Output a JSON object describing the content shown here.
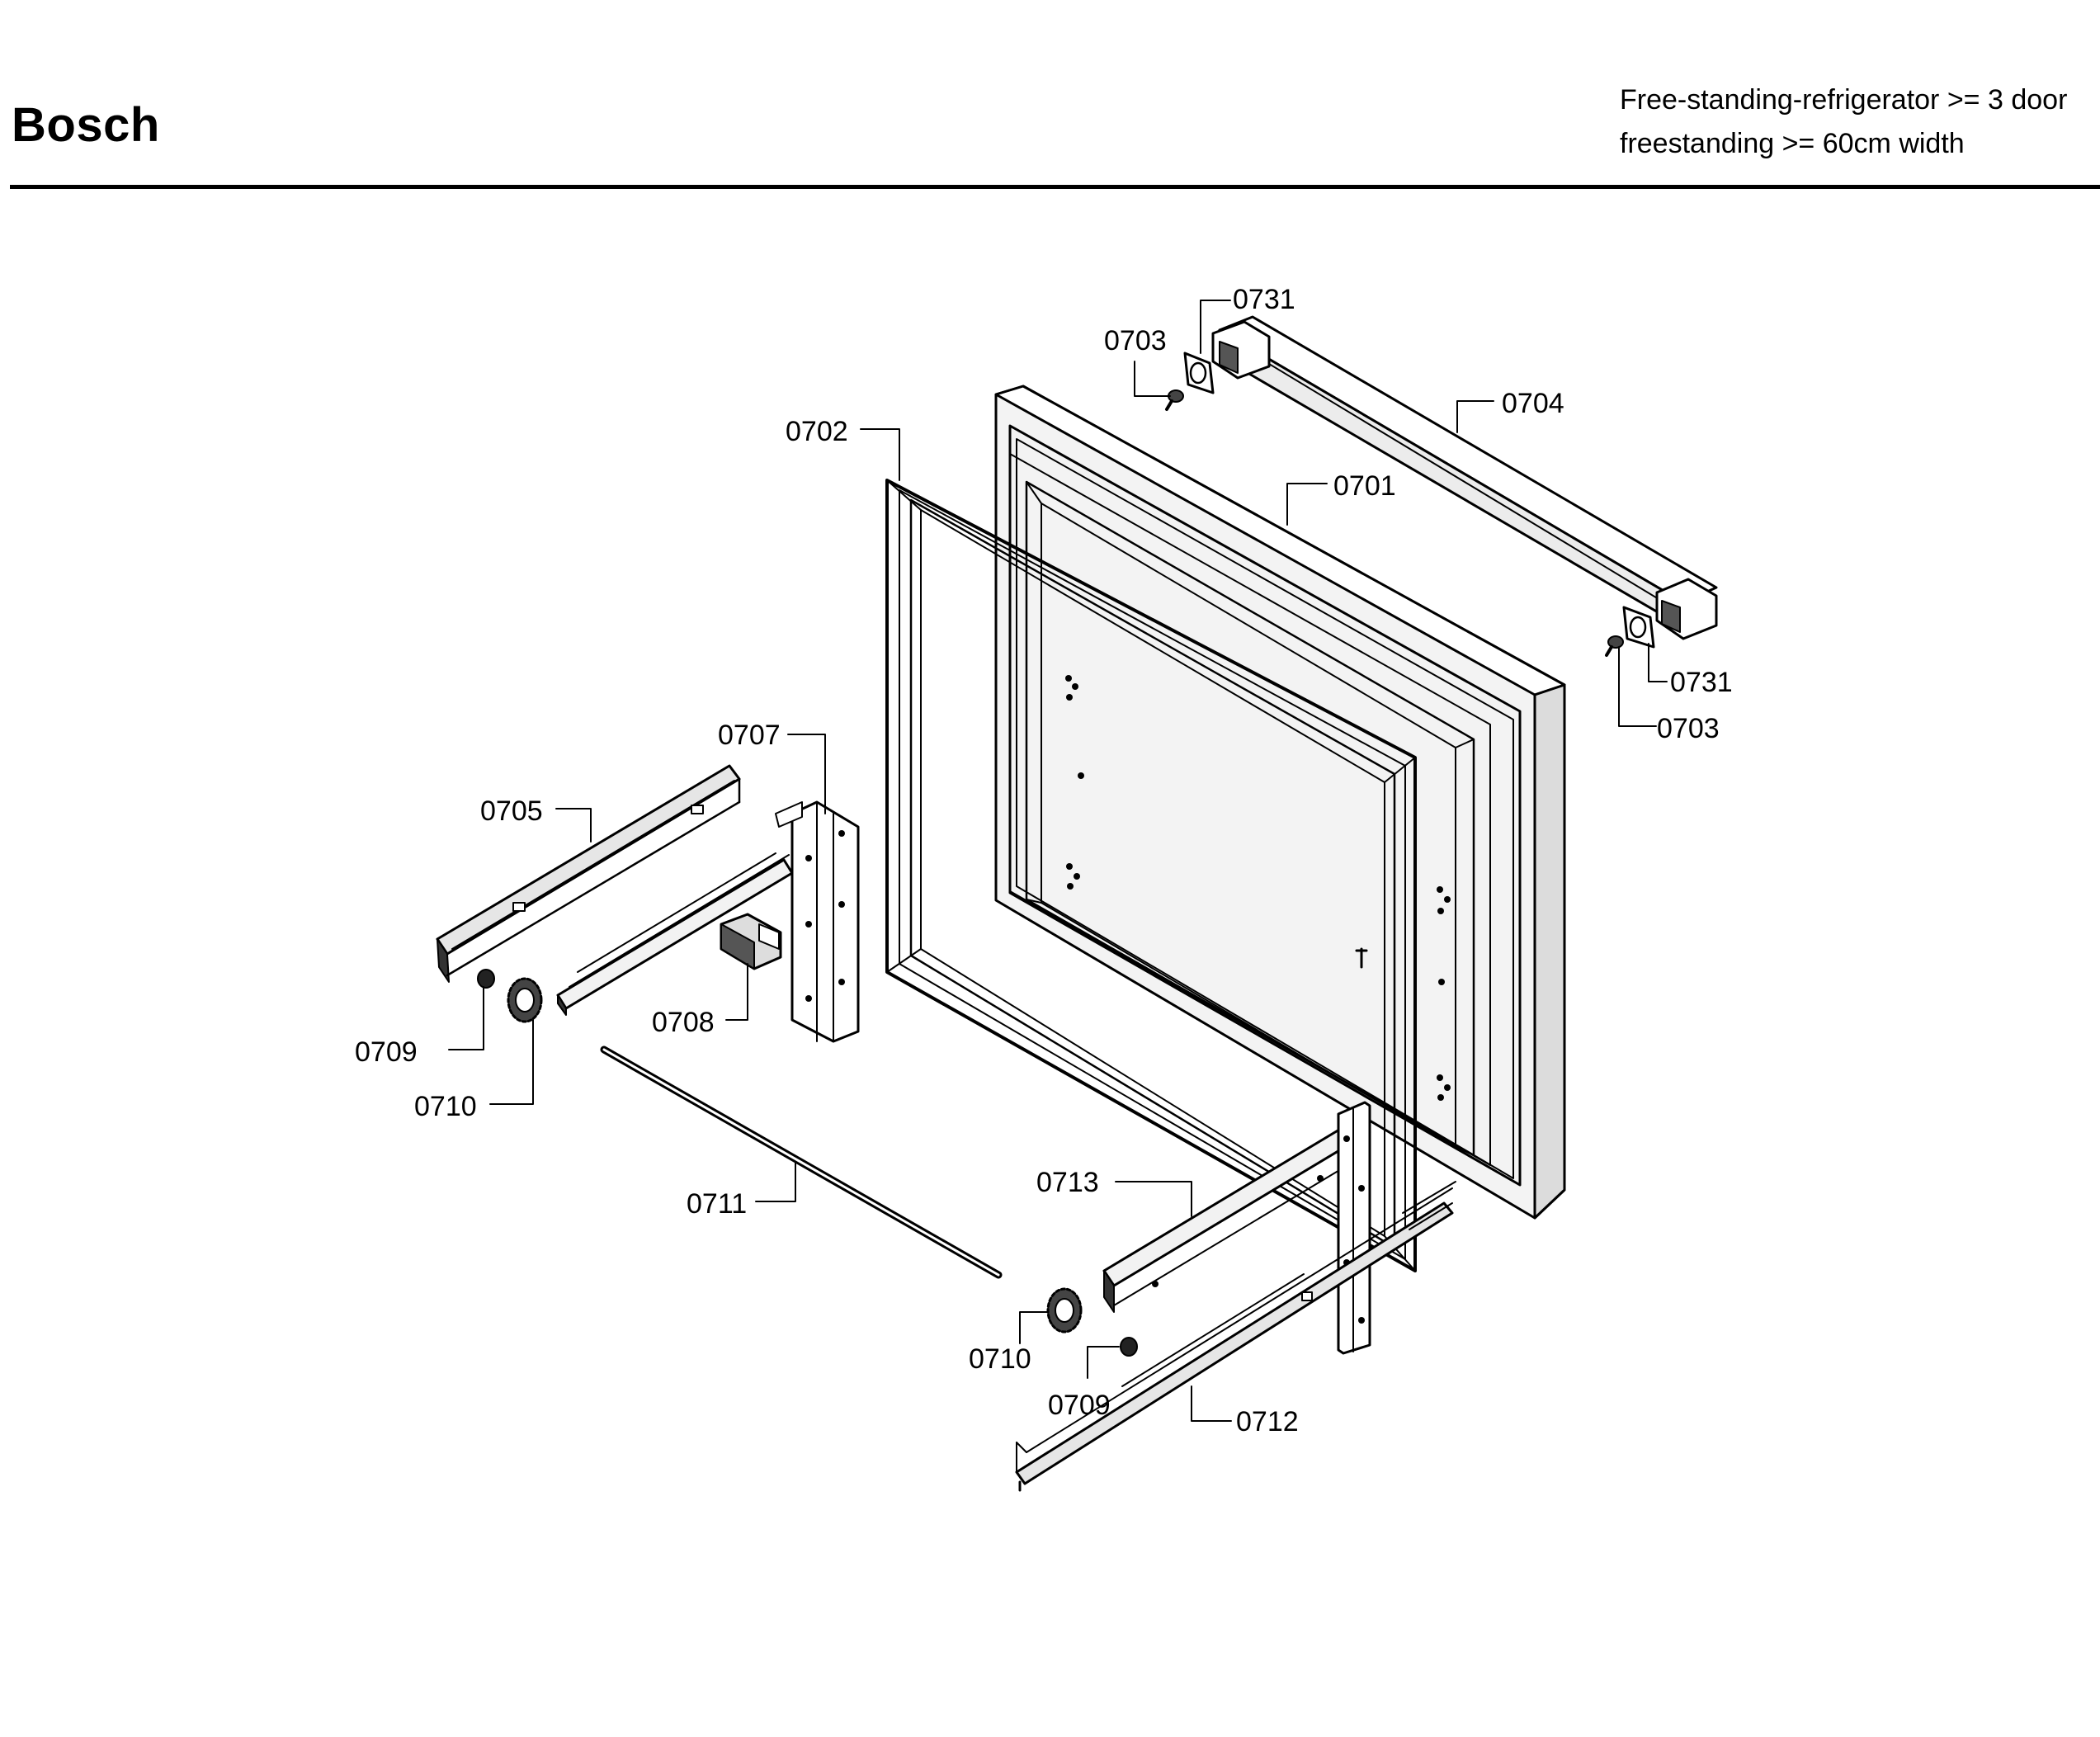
{
  "header": {
    "brand": "Bosch",
    "model_line_1": "Free-standing-refrigerator >= 3 door",
    "model_line_2": "freestanding >= 60cm width"
  },
  "callouts": {
    "c0731a": "0731",
    "c0703a": "0703",
    "c0704": "0704",
    "c0702": "0702",
    "c0701": "0701",
    "c0731b": "0731",
    "c0703b": "0703",
    "c0707": "0707",
    "c0705": "0705",
    "c0708": "0708",
    "c0709a": "0709",
    "c0710a": "0710",
    "c0711": "0711",
    "c0713": "0713",
    "c0710b": "0710",
    "c0709b": "0709",
    "c0712": "0712"
  }
}
